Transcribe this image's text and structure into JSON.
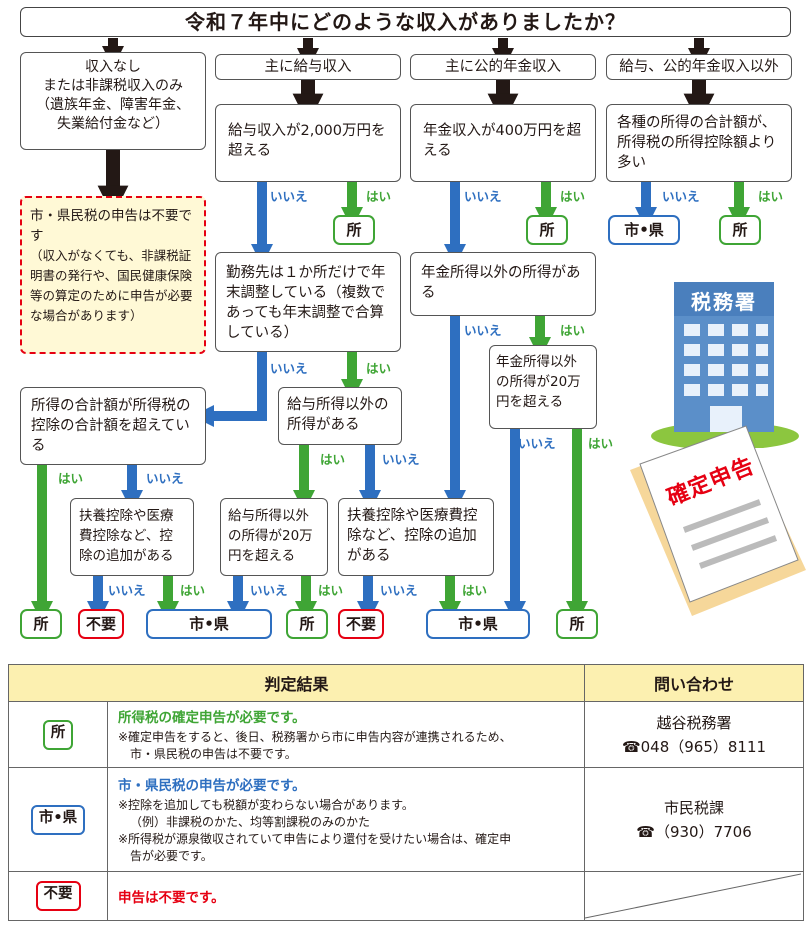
{
  "title": "令和７年中にどのような収入がありましたか？",
  "categories": {
    "c1": "収入なし\nまたは非課税収入のみ\n（遺族年金、障害年金、\n失業給付金など）",
    "c2": "主に給与収入",
    "c3": "主に公的年金収入",
    "c4": "給与、公的年金収入以外"
  },
  "questions": {
    "q_salary": "給与収入が2,000万円を超える",
    "q_pension": "年金収入が400万円を超える",
    "q_other": "各種の所得の合計額が、所得税の所得控除額より多い",
    "q_work": "勤務先は１か所だけで年末調整している（複数であっても年末調整で合算している）",
    "q_pension_other": "年金所得以外の所得がある",
    "q_total": "所得の合計額が所得税の控除の合計額を超えている",
    "q_sal_other": "給与所得以外の所得がある",
    "q_pension20": "年金所得以外の所得が20万円を超える",
    "q_deduct1": "扶養控除や医療費控除など、控除の追加がある",
    "q_sal20": "給与所得以外の所得が20万円を超える",
    "q_deduct2": "扶養控除や医療費控除など、控除の追加がある"
  },
  "note": {
    "main": "市・県民税の申告は不要です",
    "detail": "（収入がなくても、非課税証明書の発行や、国民健康保険等の算定のために申告が必要な場合があります）"
  },
  "answers": {
    "yes": "はい",
    "no": "いいえ"
  },
  "results": {
    "sho": "所",
    "shiken": "市•県",
    "fuyo": "不要"
  },
  "illustration": {
    "building": "税務署",
    "document": "確定申告"
  },
  "table": {
    "col_result": "判定結果",
    "col_contact": "問い合わせ",
    "rows": [
      {
        "badge": "所",
        "headline": "所得税の確定申告が必要です。",
        "details": [
          "※確定申告をすると、後日、税務署から市に申告内容が連携されるため、",
          "市・県民税の申告は不要です。"
        ],
        "contact_name": "越谷税務署",
        "contact_phone": "048（965）8111"
      },
      {
        "badge": "市•県",
        "headline": "市・県民税の申告が必要です。",
        "details": [
          "※控除を追加しても税額が変わらない場合があります。",
          "（例）非課税のかた、均等割課税のみのかた",
          "※所得税が源泉徴収されていて申告により還付を受けたい場合は、確定申",
          "告が必要です。"
        ],
        "contact_name": "市民税課",
        "contact_phone": "（930）7706"
      },
      {
        "badge": "不要",
        "headline": "申告は不要です。"
      }
    ]
  },
  "colors": {
    "green": "#3fa535",
    "blue": "#2e6fc0",
    "red": "#e60012",
    "black": "#231815",
    "yellow": "#fcf0b0"
  }
}
